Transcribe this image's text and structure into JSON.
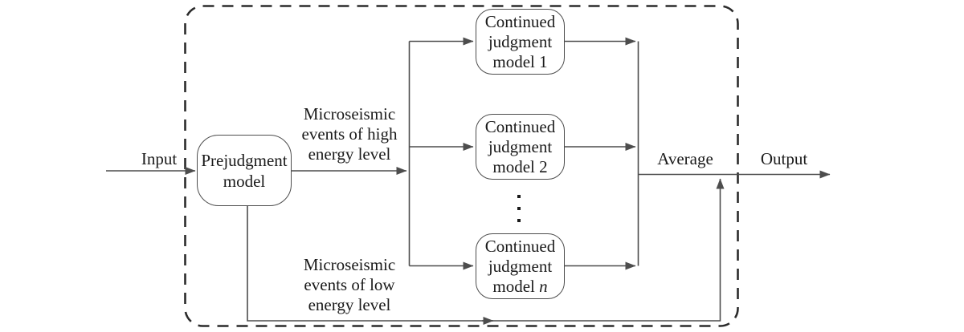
{
  "figure": {
    "type": "flow-diagram",
    "background_color": "#ffffff",
    "line_color": "#4d4d4d",
    "text_color": "#1a1a1a",
    "dashed_border_color": "#2b2b2b"
  },
  "labels": {
    "input": "Input",
    "output": "Output",
    "average": "Average",
    "high_energy": "Microseismic\nevents of high\nenergy level",
    "low_energy": "Microseismic\nevents of low\nenergy level"
  },
  "nodes": {
    "prejudgment": {
      "line1": "Prejudgment",
      "line2": "model"
    },
    "model1": {
      "line1": "Continued",
      "line2": "judgment",
      "line3": "model 1"
    },
    "model2": {
      "line1": "Continued",
      "line2": "judgment",
      "line3": "model 2"
    },
    "modeln": {
      "line1": "Continued",
      "line2": "judgment",
      "line3_prefix": "model",
      "line3_var": "n"
    }
  },
  "icons": {
    "between_models": "vertical-ellipsis-icon"
  }
}
